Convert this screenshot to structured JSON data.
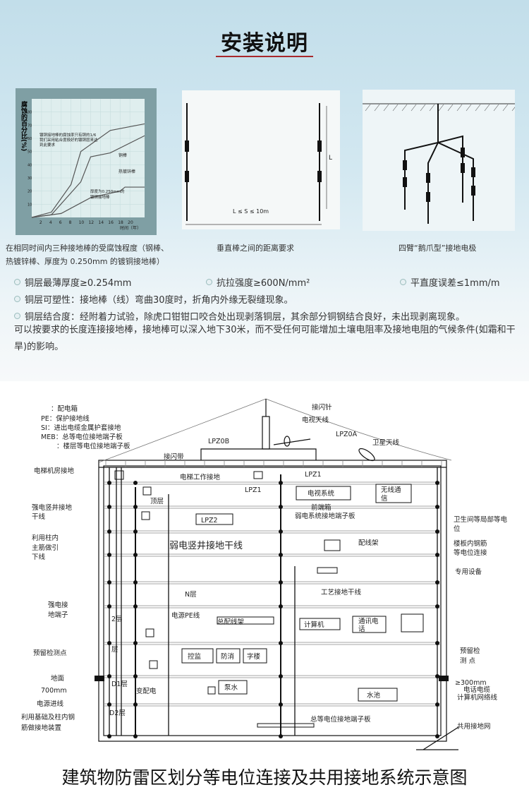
{
  "header": {
    "title": "安装说明"
  },
  "figures": [
    {
      "caption": "在相同时间内三种接地棒的受腐蚀程度（钢棒、热镀锌棒、厚度为 0.250mm 的镀铜接地棒）",
      "caption_lines": [
        "在相同时间内三种接地棒的受腐蚀程度（钢棒、",
        "热镀锌棒、厚度为 0.250mm 的镀铜接地棒）"
      ]
    },
    {
      "caption": "垂直棒之间的距离要求",
      "label_L": "L",
      "label_s": "L ≤ S ≤ 10m"
    },
    {
      "caption": "四臂“鹅爪型”接地电极"
    }
  ],
  "chart_data": {
    "type": "line",
    "ylabel": "腐蚀的百分比(%)",
    "xlabel": "时间（年）",
    "annotation": [
      "镀铜接地棒的腐蚀率只有铜的1/6",
      "我们采用粘合度极好的镀铜层来达",
      "到此要求"
    ],
    "xticks": [
      2,
      4,
      6,
      8,
      10,
      12,
      14,
      16,
      18,
      20
    ],
    "yticks": [
      10,
      20,
      30,
      40,
      50,
      60,
      70,
      80
    ],
    "xlim": [
      0,
      23
    ],
    "ylim": [
      0,
      90
    ],
    "series": [
      {
        "name": "铜棒",
        "x": [
          0,
          4,
          8,
          10,
          16,
          23
        ],
        "y": [
          0,
          4,
          25,
          50,
          66,
          71
        ]
      },
      {
        "name": "热镀锌棒",
        "x": [
          0,
          4,
          10,
          12,
          16,
          23
        ],
        "y": [
          0,
          2,
          27,
          46,
          49,
          62
        ]
      },
      {
        "name": "厚度为0.250mm的镀铜接地棒",
        "label_lines": [
          "厚度为0.250mm的",
          "镀铜接地棒"
        ],
        "x": [
          0,
          6,
          8,
          12,
          18,
          19,
          23
        ],
        "y": [
          0,
          3,
          7,
          15,
          20,
          23,
          23
        ]
      }
    ]
  },
  "specs": {
    "thickness": "铜层最薄厚度≥0.254mm",
    "tensile": "抗拉强度≥600N/mm²",
    "straightness": "平直度误差≤1mm/m",
    "plasticity": "铜层可塑性：接地棒（线）弯曲30度时，折角内外缘无裂缝现象。",
    "bonding": "铜层结合度：经附着力试验，除虎口钳钳口咬合处出现剥落铜层，其余部分铜钢结合良好，未出现剥离现象。",
    "paragraph": "可以按要求的长度连接接地棒，接地棒可以深入地下30米，而不受任何可能增加土壤电阻率及接地电阻的气候条件(如霜和干旱)的影响。"
  },
  "diagram": {
    "legend": [
      "：配电箱",
      "PE：保护接地线",
      "SI：进出电缆金属护套接地",
      "MEB：总等电位接地端子板",
      "：楼层等电位接地端子板"
    ],
    "labels": {
      "lpz0b": "LPZ0B",
      "jieshandai": "接闪带",
      "elevator_room": "电梯机房接地",
      "elevator_work": "电梯工作接地",
      "lpz1a": "LPZ1",
      "lpz1b": "LPZ1",
      "rod": "接闪针",
      "tv_antenna": "电视天线",
      "lpz0a": "LPZ0A",
      "sat": "卫星天线",
      "tv_sys": "电视系统",
      "wireless": [
        "无线通",
        "信"
      ],
      "frontbox": "前端箱",
      "weak_board": "弱电系统接地端子板",
      "toilet": [
        "卫生间等局部等电",
        "位"
      ],
      "strong_shaft": [
        "强电竖井接地",
        "干线"
      ],
      "top_floor": "顶层",
      "lpz2": "LPZ2",
      "column": [
        "利用柱内",
        "主筋做引",
        "下线"
      ],
      "weak_shaft": "弱电竖井接地干线",
      "patch": "配线架",
      "slab": [
        "楼板内钢筋",
        "等电位连接"
      ],
      "special": "专用设备",
      "n_floor": "N层",
      "process": "工艺接地干线",
      "strong_term": [
        "强电接",
        "地端子"
      ],
      "floor2": "2层",
      "pe": "电源PE线",
      "mdf": "总配线架",
      "computer": "计算机",
      "phone": [
        "通讯电",
        "话"
      ],
      "test_left": "预留检测点",
      "test_right": [
        "预留检",
        "测 点"
      ],
      "floor1": "层",
      "monitor": "控监",
      "fire": "防消",
      "building": "字楼",
      "ground": "地面",
      "mm700": "700mm",
      "power_in": "电源进线",
      "d1": "D1层",
      "substation": "变配电",
      "pump": "泵水",
      "pool": "水池",
      "mm300": "≥300mm",
      "phone_cable": "电话电缆",
      "net_cable": "计算机网络线",
      "d2": "D2层",
      "foundation": [
        "利用基础及柱内钢",
        "筋做接地装置"
      ],
      "meb": "总等电位接地端子板",
      "common_ground": "共用接地网"
    },
    "caption": "建筑物防雷区划分等电位连接及共用接地系统示意图"
  }
}
